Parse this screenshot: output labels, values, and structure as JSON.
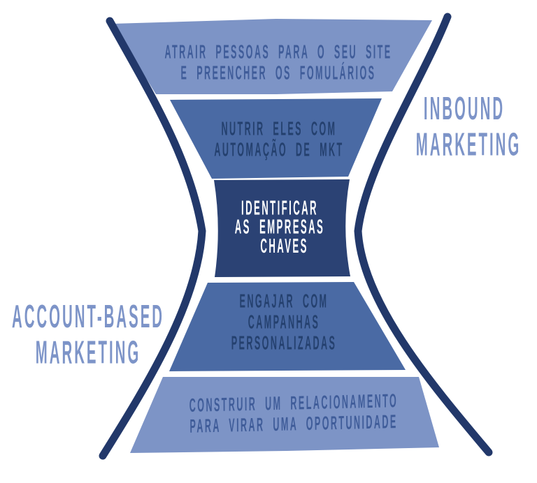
{
  "diagram": {
    "type": "hourglass-funnel",
    "colors": {
      "light_fill": "#7d94c6",
      "medium_fill": "#4a6aa4",
      "dark_fill": "#2b4274",
      "outline": "#22386a",
      "text_on_light": "#3f5c99",
      "text_on_medium": "#24406e",
      "text_on_dark": "#ffffff",
      "side_label_text": "#7d94c8",
      "background": "#ffffff"
    },
    "stages": [
      {
        "id": "atrair",
        "tone": "light",
        "lines": [
          "ATRAIR PESSOAS PARA O SEU SITE",
          "E PREENCHER OS FOMULÁRIOS"
        ]
      },
      {
        "id": "nutrir",
        "tone": "medium",
        "lines": [
          "NUTRIR ELES COM",
          "AUTOMAÇÃO DE MKT"
        ]
      },
      {
        "id": "identificar",
        "tone": "dark",
        "lines": [
          "IDENTIFICAR",
          "AS EMPRESAS",
          "CHAVES"
        ]
      },
      {
        "id": "engajar",
        "tone": "medium",
        "lines": [
          "ENGAJAR COM",
          "CAMPANHAS",
          "PERSONALIZADAS"
        ]
      },
      {
        "id": "construir",
        "tone": "light",
        "lines": [
          "CONSTRUIR UM RELACIONAMENTO",
          "PARA VIRAR UMA OPORTUNIDADE"
        ]
      }
    ],
    "side_labels": {
      "inbound": {
        "lines": [
          "INBOUND",
          "MARKETING"
        ],
        "position": "top-right"
      },
      "abm": {
        "lines": [
          "ACCOUNT-BASED",
          "MARKETING"
        ],
        "position": "bottom-left"
      }
    }
  }
}
